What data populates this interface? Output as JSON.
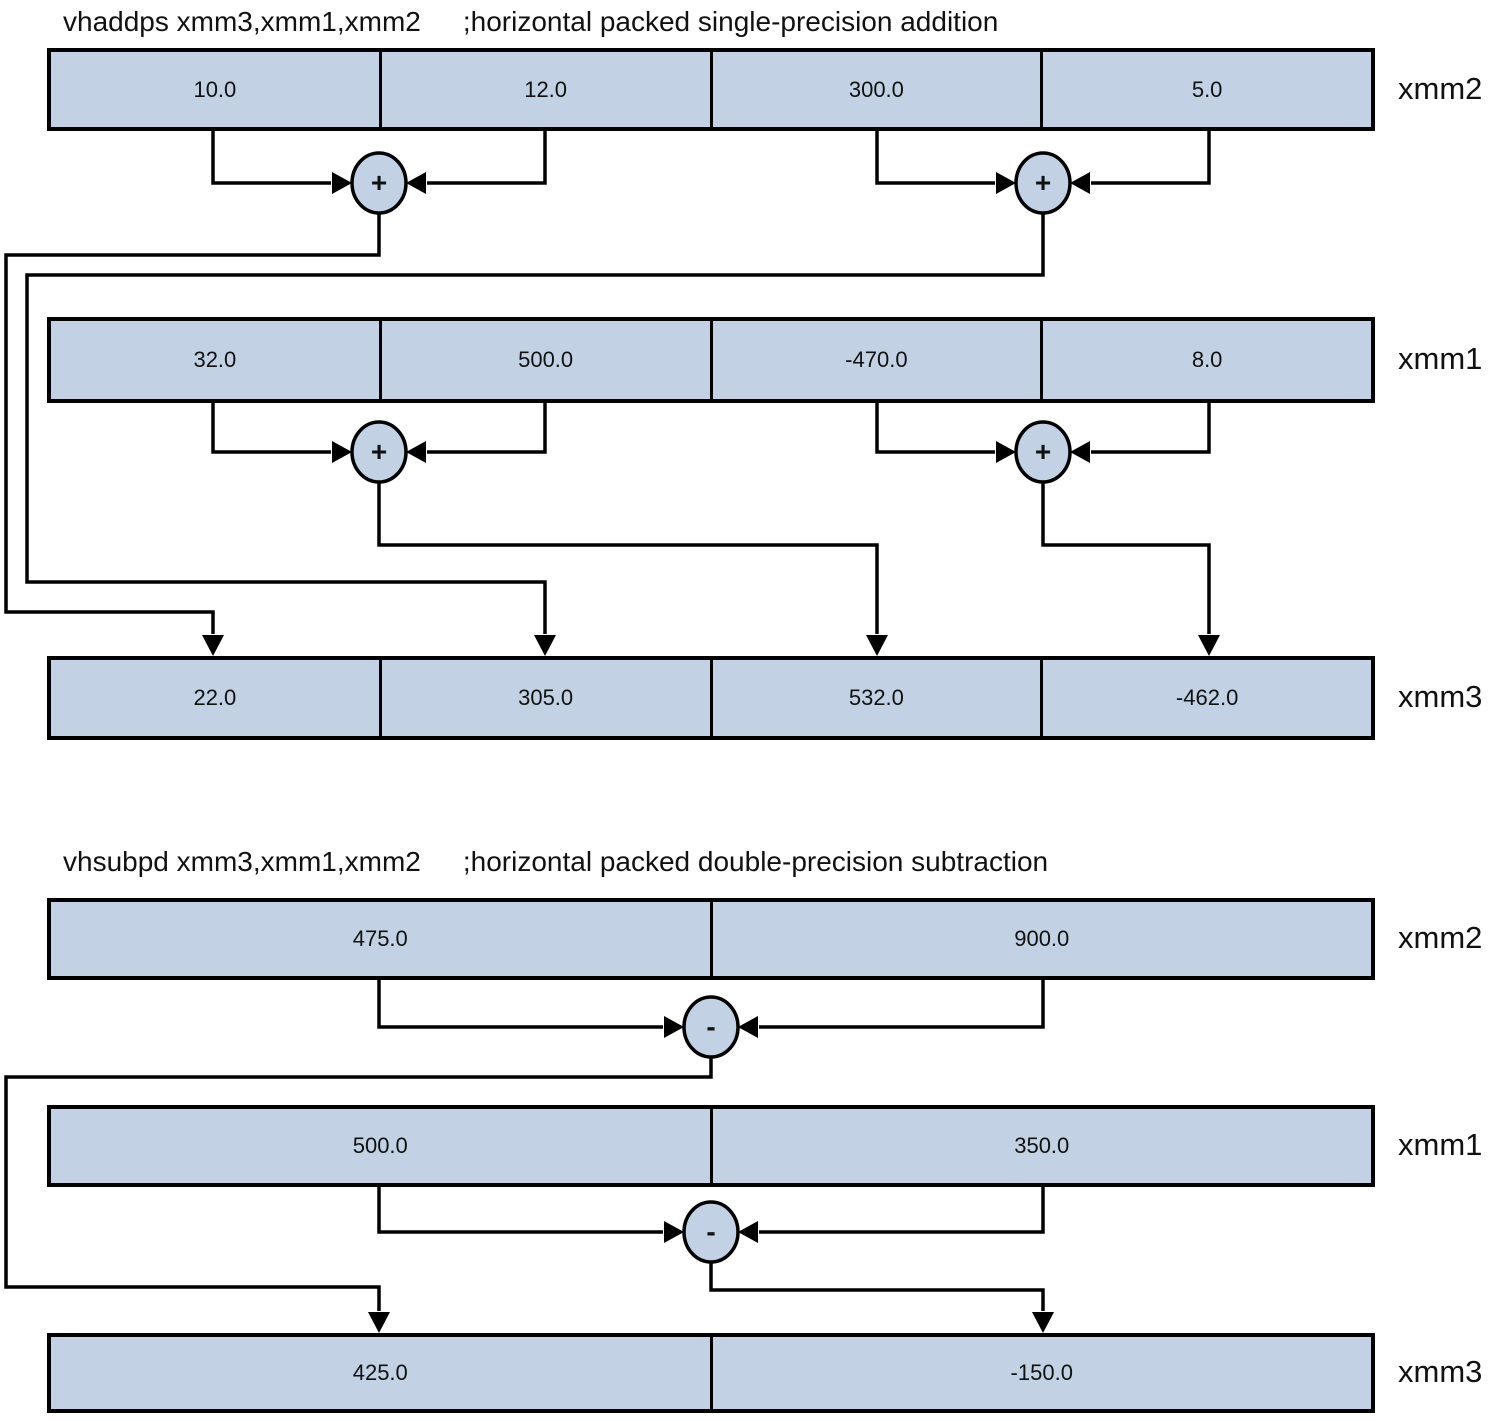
{
  "colors": {
    "cell_fill": "#c2d2e4",
    "stroke": "#000000",
    "background": "#ffffff"
  },
  "diagram1": {
    "title_code": "vhaddps xmm3,xmm1,xmm2",
    "title_comment": ";horizontal packed single-precision addition",
    "op_symbol": "+",
    "rows": {
      "xmm2": {
        "label": "xmm2",
        "cells": [
          "10.0",
          "12.0",
          "300.0",
          "5.0"
        ]
      },
      "xmm1": {
        "label": "xmm1",
        "cells": [
          "32.0",
          "500.0",
          "-470.0",
          "8.0"
        ]
      },
      "xmm3": {
        "label": "xmm3",
        "cells": [
          "22.0",
          "305.0",
          "532.0",
          "-462.0"
        ]
      }
    }
  },
  "diagram2": {
    "title_code": "vhsubpd xmm3,xmm1,xmm2",
    "title_comment": ";horizontal packed double-precision subtraction",
    "op_symbol": "-",
    "rows": {
      "xmm2": {
        "label": "xmm2",
        "cells": [
          "475.0",
          "900.0"
        ]
      },
      "xmm1": {
        "label": "xmm1",
        "cells": [
          "500.0",
          "350.0"
        ]
      },
      "xmm3": {
        "label": "xmm3",
        "cells": [
          "425.0",
          "-150.0"
        ]
      }
    }
  }
}
